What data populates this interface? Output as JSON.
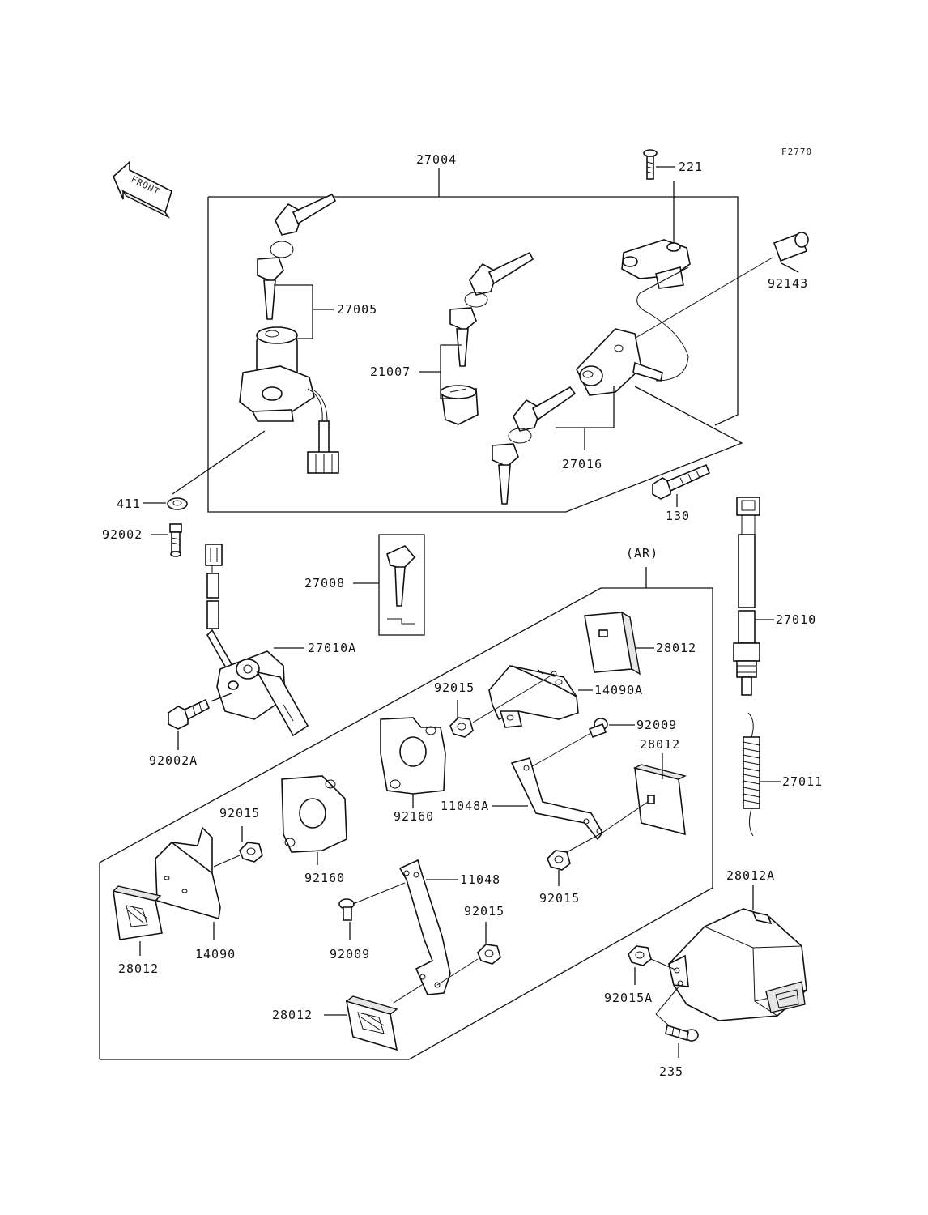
{
  "figure_code": "F2770",
  "front_label": "FRONT",
  "group_label": "(AR)",
  "labels": {
    "p27004": "27004",
    "p221": "221",
    "p92143": "92143",
    "p27005": "27005",
    "p21007": "21007",
    "p27016": "27016",
    "p130": "130",
    "p411": "411",
    "p92002": "92002",
    "p27008": "27008",
    "p27010A": "27010A",
    "p27010": "27010",
    "p28012_a": "28012",
    "p14090A": "14090A",
    "p92015_a": "92015",
    "p92009_a": "92009",
    "p28012_b": "28012",
    "p27011": "27011",
    "p92002A": "92002A",
    "p92160_a": "92160",
    "p11048A": "11048A",
    "p92015_b": "92015",
    "p92160_b": "92160",
    "p92015_c": "92015",
    "p11048": "11048",
    "p92015_d": "92015",
    "p14090": "14090",
    "p28012_c": "28012",
    "p92009_b": "92009",
    "p28012_d": "28012",
    "p28012A": "28012A",
    "p92015A": "92015A",
    "p235": "235"
  }
}
